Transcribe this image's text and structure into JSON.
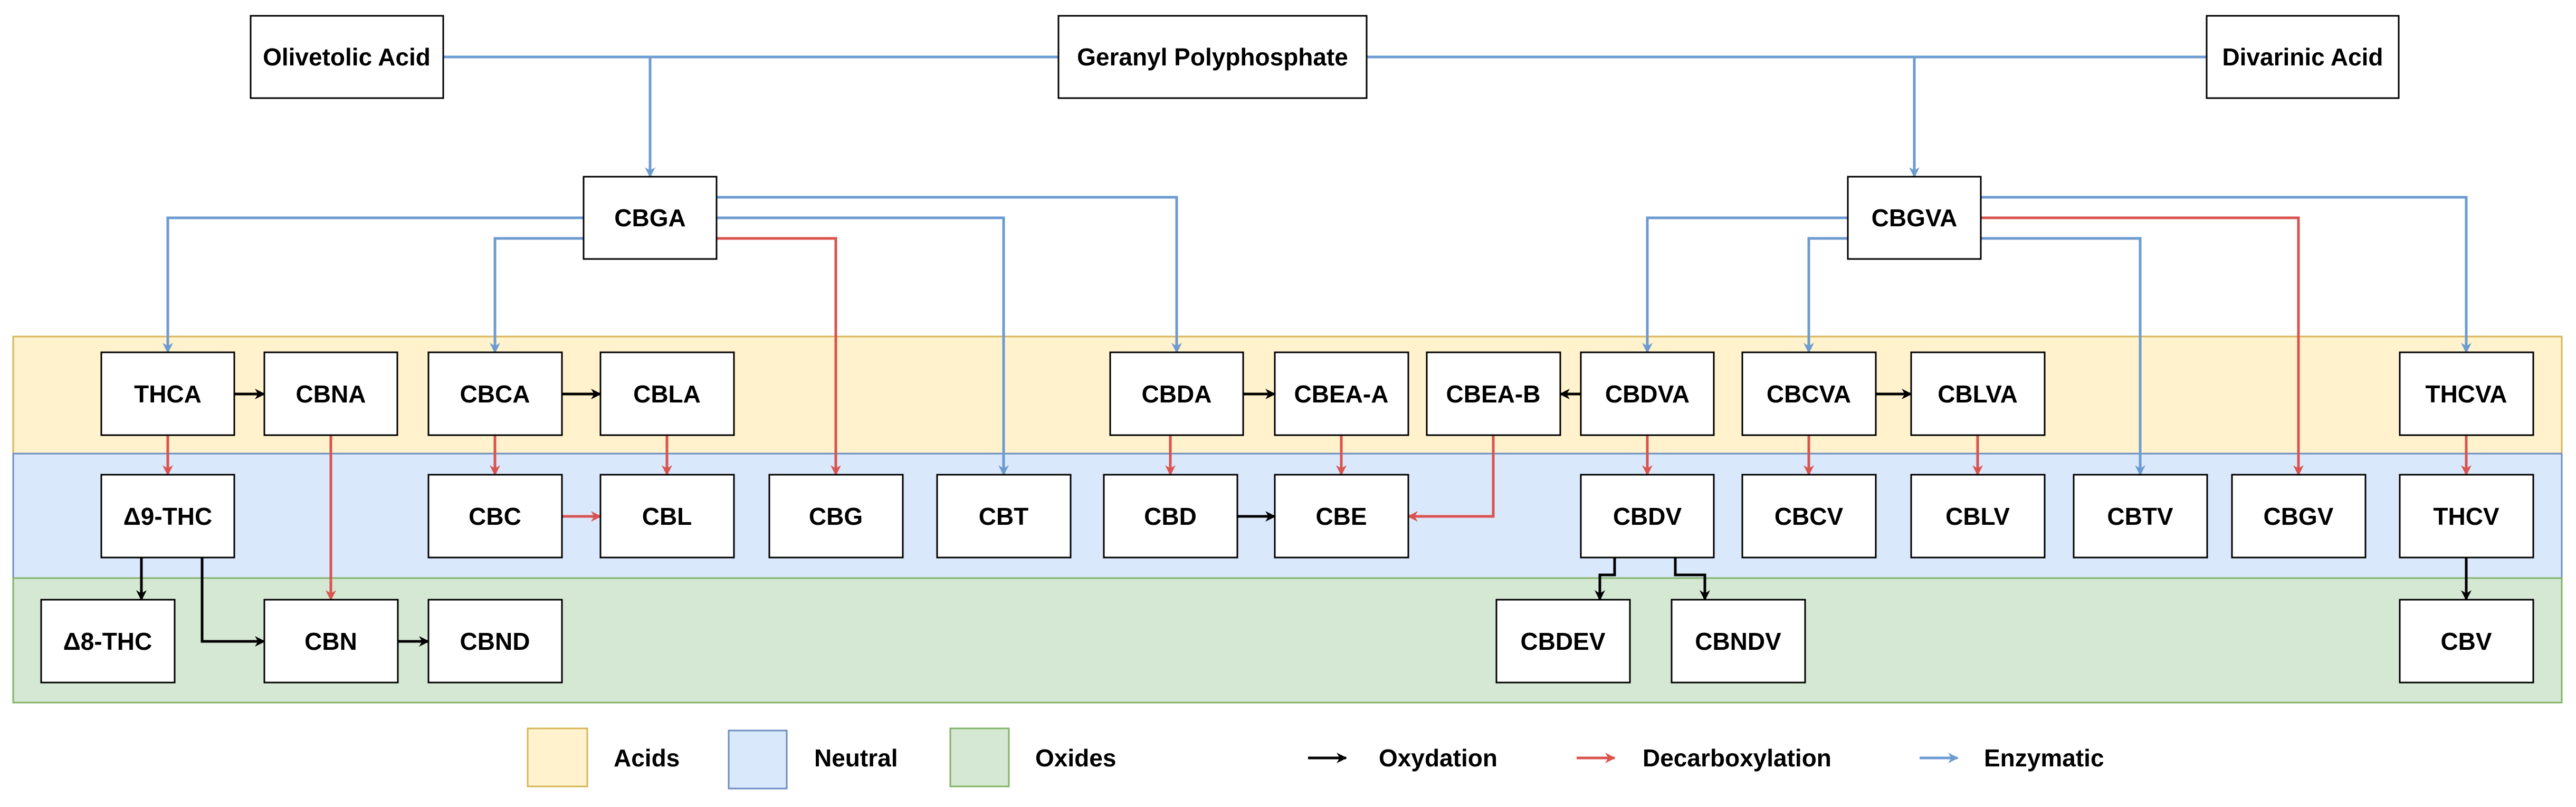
{
  "colors": {
    "acids_fill": "#fff2cc",
    "acids_stroke": "#d6b656",
    "neutral_fill": "#dae8fc",
    "neutral_stroke": "#6c8ebf",
    "oxides_fill": "#d5e8d4",
    "oxides_stroke": "#82b366",
    "oxydation": "#000000",
    "decarboxylation": "#d9534f",
    "enzymatic": "#6c9bd2"
  },
  "nodes": {
    "olivetolic": "Olivetolic Acid",
    "geranyl": "Geranyl Polyphosphate",
    "divarinic": "Divarinic Acid",
    "cbga": "CBGA",
    "cbgva": "CBGVA",
    "thca": "THCA",
    "cbna": "CBNA",
    "cbca": "CBCA",
    "cbla": "CBLA",
    "cbda": "CBDA",
    "cbea_a": "CBEA-A",
    "cbea_b": "CBEA-B",
    "cbdva": "CBDVA",
    "cbcva": "CBCVA",
    "cblva": "CBLVA",
    "thcva": "THCVA",
    "d9thc": "Δ9-THC",
    "cbc": "CBC",
    "cbl": "CBL",
    "cbg": "CBG",
    "cbt": "CBT",
    "cbd": "CBD",
    "cbe": "CBE",
    "cbdv": "CBDV",
    "cbcv": "CBCV",
    "cblv": "CBLV",
    "cbtv": "CBTV",
    "cbgv": "CBGV",
    "thcv": "THCV",
    "d8thc": "Δ8-THC",
    "cbn": "CBN",
    "cbnd": "CBND",
    "cbdev": "CBDEV",
    "cbndv": "CBNDV",
    "cbv": "CBV"
  },
  "legend": {
    "acids": "Acids",
    "neutral": "Neutral",
    "oxides": "Oxides",
    "oxydation": "Oxydation",
    "decarboxylation": "Decarboxylation",
    "enzymatic": "Enzymatic"
  }
}
